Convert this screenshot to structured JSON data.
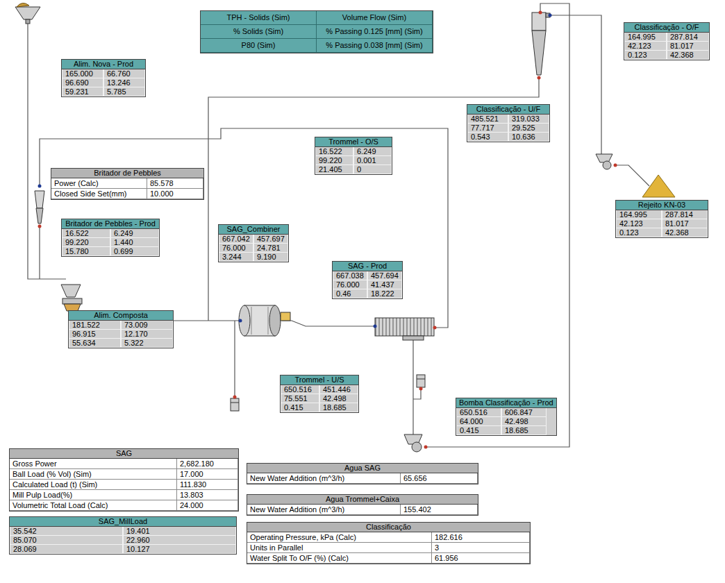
{
  "diagram": {
    "nodes": [
      {
        "text": [
          "TPH - Solids (Sim)",
          "Volume Flow (Sim)",
          "% Solids (Sim)",
          "% Passing 0.125 [mm] (Sim)",
          "P80 (Sim)",
          "% Passing 0.038 [mm] (Sim)"
        ]
      },
      {
        "text": [
          "Alim. Nova - Prod",
          "165.000",
          "66.760",
          "96.690",
          "13.246",
          "59.231",
          "5.785"
        ]
      },
      {
        "text": [
          "Classificação - O/F",
          "164.995",
          "287.814",
          "42.123",
          "81.017",
          "0.123",
          "42.368"
        ]
      },
      {
        "text": [
          "Britador de Pebbles",
          "Power (Calc)",
          "85.578",
          "Closed Side Set(mm)",
          "10.000"
        ]
      },
      {
        "text": [
          "Classificação - U/F",
          "485.521",
          "319.033",
          "77.717",
          "29.525",
          "0.543",
          "10.636"
        ]
      },
      {
        "text": [
          "Trommel - O/S",
          "16.522",
          "6.249",
          "99.220",
          "0.001",
          "21.405",
          "0"
        ]
      },
      {
        "text": [
          "Britador de Pebbles - Prod",
          "16.522",
          "6.249",
          "99.220",
          "1.440",
          "15.780",
          "0.699"
        ]
      },
      {
        "text": [
          "SAG_Combiner",
          "667.042",
          "457.697",
          "76.000",
          "24.781",
          "3.244",
          "9.190"
        ]
      },
      {
        "text": [
          "SAG - Prod",
          "667.038",
          "457.694",
          "76.000",
          "41.437",
          "0.46",
          "18.222"
        ]
      },
      {
        "text": [
          "Rejeito KN-03",
          "164.995",
          "287.814",
          "42.123",
          "81.017",
          "0.123",
          "42.368"
        ]
      },
      {
        "text": [
          "Alim. Composta",
          "181.522",
          "73.009",
          "96.915",
          "12.170",
          "55.634",
          "5.322"
        ]
      },
      {
        "text": [
          "Trommel - U/S",
          "650.516",
          "451.446",
          "75.551",
          "42.498",
          "0.415",
          "18.685"
        ]
      },
      {
        "text": [
          "Bomba Classificação - Prod",
          "650.516",
          "606.847",
          "64.000",
          "42.498",
          "0.415",
          "18.685"
        ]
      },
      {
        "text": [
          "SAG",
          "Gross Power",
          "2,682.180",
          "Ball Load (% Vol) (Sim)",
          "17.000",
          "Calculated Load (t) (Sim)",
          "111.830",
          "Mill Pulp Load(%)",
          "13.803",
          "Volumetric Total Load (Calc)",
          "24.000"
        ]
      },
      {
        "text": [
          "Agua SAG",
          "New Water Addition (m^3/h)",
          "65.656"
        ]
      },
      {
        "text": [
          "Agua Trommel+Caixa",
          "New Water Addition (m^3/h)",
          "155.402"
        ]
      },
      {
        "text": [
          "SAG_MillLoad",
          "35.542",
          "19.401",
          "85.070",
          "22.960",
          "28.069",
          "10.127"
        ]
      },
      {
        "text": [
          "Classificação",
          "Operating Pressure, kPa (Calc)",
          "182.616",
          "Units in Parallel",
          "3",
          "Water Split To O/F (%) (Calc)",
          "61.956"
        ]
      }
    ]
  }
}
